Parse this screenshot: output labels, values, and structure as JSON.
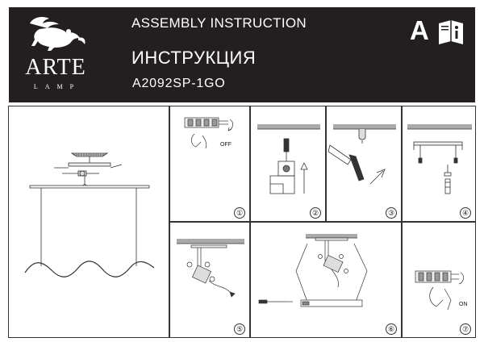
{
  "header": {
    "brand": "ARTE",
    "brand_sub": "LAMP",
    "title_en": "ASSEMBLY INSTRUCTION",
    "title_ru": "ИНСТРУКЦИЯ",
    "model": "A2092SP-1GO",
    "lang_mark": "A"
  },
  "steps": [
    {
      "number": "①",
      "label": "OFF"
    },
    {
      "number": "②"
    },
    {
      "number": "③"
    },
    {
      "number": "④"
    },
    {
      "number": "⑤"
    },
    {
      "number": "⑥"
    },
    {
      "number": "⑦",
      "label": "ON"
    }
  ],
  "colors": {
    "header_bg": "#231f20",
    "line": "#333333"
  }
}
